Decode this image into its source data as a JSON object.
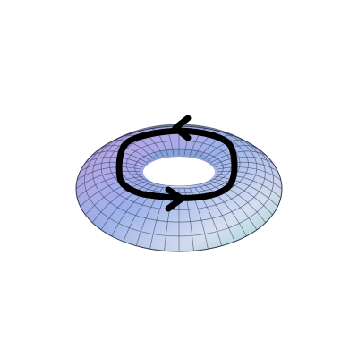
{
  "figure": {
    "subject": "torus",
    "surface_colors": {
      "top_left": "#c79ae6",
      "top_right": "#9bb0ea",
      "bottom_left": "#d6def0",
      "bottom_right": "#9fe3dc",
      "mesh_line": "#3c4a66"
    },
    "loop": {
      "color": "#000000",
      "direction_upper": "left",
      "direction_lower": "right"
    }
  }
}
